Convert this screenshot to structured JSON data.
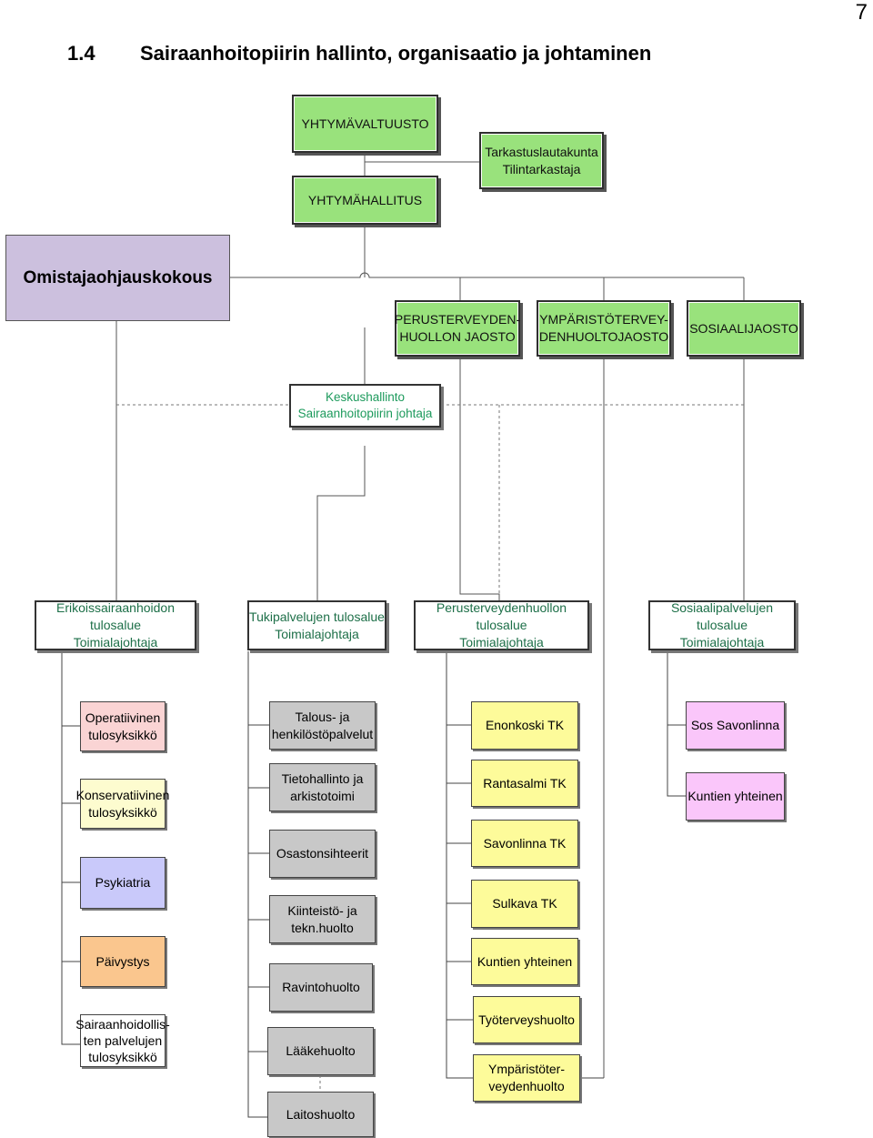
{
  "page_number": "7",
  "heading": {
    "section": "1.4",
    "text": "Sairaanhoitopiirin hallinto, organisaatio ja johtaminen"
  },
  "governance": {
    "council": "YHTYMÄVALTUUSTO",
    "board": "YHTYMÄHALLITUS",
    "audit": [
      "Tarkastuslautakunta",
      "Tilintarkastaja"
    ],
    "owner_meeting": "Omistajaohjauskokous",
    "committees": [
      [
        "PERUSTERVEYDEN-",
        "HUOLLON JAOSTO"
      ],
      [
        "YMPÄRISTÖTERVEY-",
        "DENHUOLTOJAOSTO"
      ],
      [
        "SOSIAALIJAOSTO"
      ]
    ]
  },
  "central_admin": [
    "Keskushallinto",
    "Sairaanhoitopiirin johtaja"
  ],
  "result_areas": [
    {
      "name": "Erikoissairaanhoidon tulosalue",
      "role": "Toimialajohtaja"
    },
    {
      "name": "Tukipalvelujen tulosalue",
      "role": "Toimialajohtaja"
    },
    {
      "name": "Perusterveydenhuollon tulosalue",
      "role": "Toimialajohtaja"
    },
    {
      "name": "Sosiaalipalvelujen tulosalue",
      "role": "Toimialajohtaja"
    }
  ],
  "units": {
    "specialized": [
      [
        "Operatiivinen",
        "tulosyksikkö"
      ],
      [
        "Konservatiivinen",
        "tulosyksikkö"
      ],
      [
        "Psykiatria"
      ],
      [
        "Päivystys"
      ],
      [
        "Sairaanhoidollis-",
        "ten palvelujen",
        "tulosyksikkö"
      ]
    ],
    "support": [
      [
        "Talous- ja",
        "henkilöstöpalvelut"
      ],
      [
        "Tietohallinto ja",
        "arkistotoimi"
      ],
      [
        "Osastonsihteerit"
      ],
      [
        "Kiinteistö- ja",
        "tekn.huolto"
      ],
      [
        "Ravintohuolto"
      ],
      [
        "Lääkehuolto"
      ],
      [
        "Laitoshuolto"
      ]
    ],
    "primary": [
      [
        "Enonkoski TK"
      ],
      [
        "Rantasalmi TK"
      ],
      [
        "Savonlinna TK"
      ],
      [
        "Sulkava TK"
      ],
      [
        "Kuntien yhteinen"
      ],
      [
        "Työterveyshuolto"
      ],
      [
        "Ympäristöter-",
        "veydenhuolto"
      ]
    ],
    "social": [
      [
        "Sos Savonlinna"
      ],
      [
        "Kuntien yhteinen"
      ]
    ]
  },
  "colors": {
    "governance_green": "#99e27c",
    "owner_purple": "#ccc0de",
    "area_text_green": "#1d6f48",
    "unit_pink": "#fad4d4",
    "unit_light_yellow": "#fdfccf",
    "unit_light_blue": "#c9c9fa",
    "unit_orange": "#fac68e",
    "unit_grey": "#c8c8c8",
    "unit_yellow": "#fdfb9a",
    "unit_magenta": "#fac6fa"
  }
}
